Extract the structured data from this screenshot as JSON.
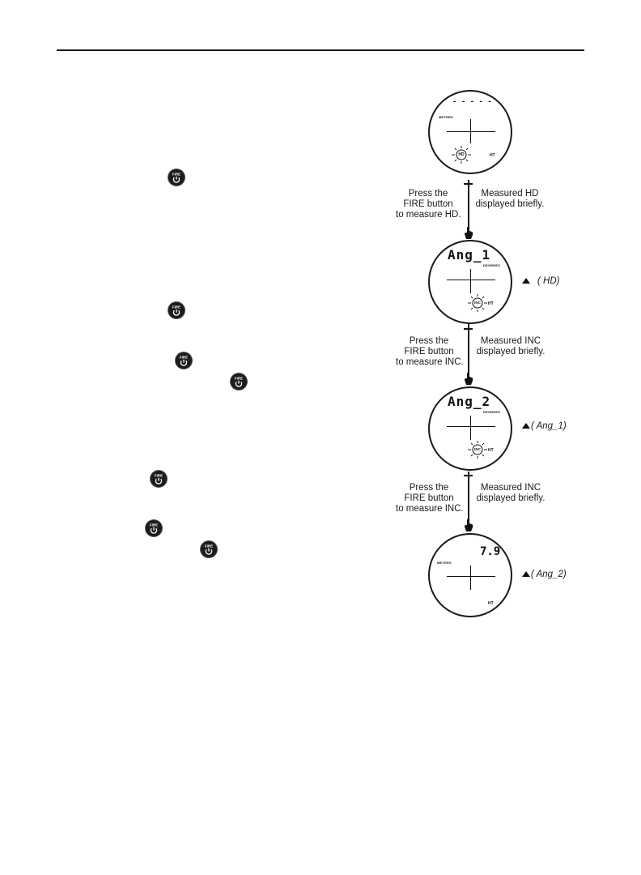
{
  "flow": {
    "step1": {
      "left_caption": [
        "Press the",
        "FIRE button",
        "to measure HD."
      ],
      "right_caption": [
        "Measured HD",
        "displayed briefly."
      ]
    },
    "step2": {
      "left_caption": [
        "Press the",
        "FIRE button",
        "to measure INC."
      ],
      "right_caption": [
        "Measured INC",
        "displayed briefly."
      ]
    },
    "step3": {
      "left_caption": [
        "Press the",
        "FIRE button",
        "to measure INC."
      ],
      "right_caption": [
        "Measured INC",
        "displayed briefly."
      ]
    }
  },
  "displays": {
    "d1": {
      "readout": "- - - - -",
      "unit": "METERS",
      "mode": "HD",
      "ht": "HT"
    },
    "d2": {
      "readout": "Ang_1",
      "unit": "DEGREES",
      "mode": "INC",
      "ht": "HT"
    },
    "d3": {
      "readout": "Ang_2",
      "unit": "DEGREES",
      "mode": "INC",
      "ht": "HT"
    },
    "d4": {
      "readout": "7.9",
      "unit": "METERS",
      "ht": "HT"
    }
  },
  "notes": {
    "n2": "( HD)",
    "n3": "( Ang_1)",
    "n4": "( Ang_2)"
  },
  "icons": {
    "fire_button": "fire-power-icon",
    "hand": "pointing-hand-icon",
    "indicator": "triangle-up-icon"
  }
}
